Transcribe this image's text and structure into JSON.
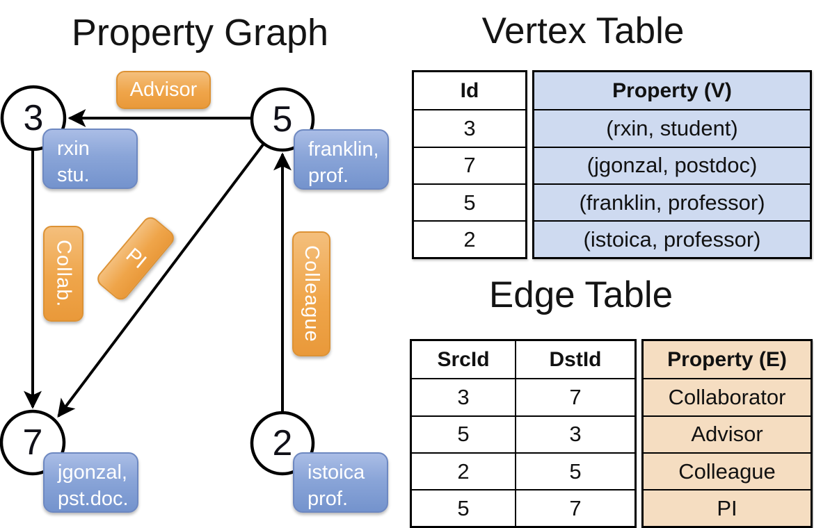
{
  "titles": {
    "graph": "Property Graph",
    "vertex_table": "Vertex Table",
    "edge_table": "Edge Table"
  },
  "graph": {
    "nodes": [
      {
        "id": "3",
        "label_line1": "rxin",
        "label_line2": "stu."
      },
      {
        "id": "5",
        "label_line1": "franklin,",
        "label_line2": "prof."
      },
      {
        "id": "7",
        "label_line1": "jgonzal,",
        "label_line2": "pst.doc."
      },
      {
        "id": "2",
        "label_line1": "istoica",
        "label_line2": "prof."
      }
    ],
    "edge_labels": {
      "advisor": "Advisor",
      "collab": "Collab.",
      "pi": "PI",
      "colleague": "Colleague"
    }
  },
  "vertex_table": {
    "id_header": "Id",
    "property_header": "Property (V)",
    "rows": [
      {
        "id": "3",
        "property": "(rxin, student)"
      },
      {
        "id": "7",
        "property": "(jgonzal, postdoc)"
      },
      {
        "id": "5",
        "property": "(franklin, professor)"
      },
      {
        "id": "2",
        "property": "(istoica, professor)"
      }
    ]
  },
  "edge_table": {
    "src_header": "SrcId",
    "dst_header": "DstId",
    "property_header": "Property (E)",
    "rows": [
      {
        "src": "3",
        "dst": "7",
        "property": "Collaborator"
      },
      {
        "src": "5",
        "dst": "3",
        "property": "Advisor"
      },
      {
        "src": "2",
        "dst": "5",
        "property": "Colleague"
      },
      {
        "src": "5",
        "dst": "7",
        "property": "PI"
      }
    ]
  },
  "colors": {
    "edge_label_fill": "#EFA54A",
    "vertex_label_fill": "#8AA5D8",
    "vertex_property_cell": "#CEDAF0",
    "edge_property_cell": "#F5DDC1",
    "line_color": "#000000"
  }
}
